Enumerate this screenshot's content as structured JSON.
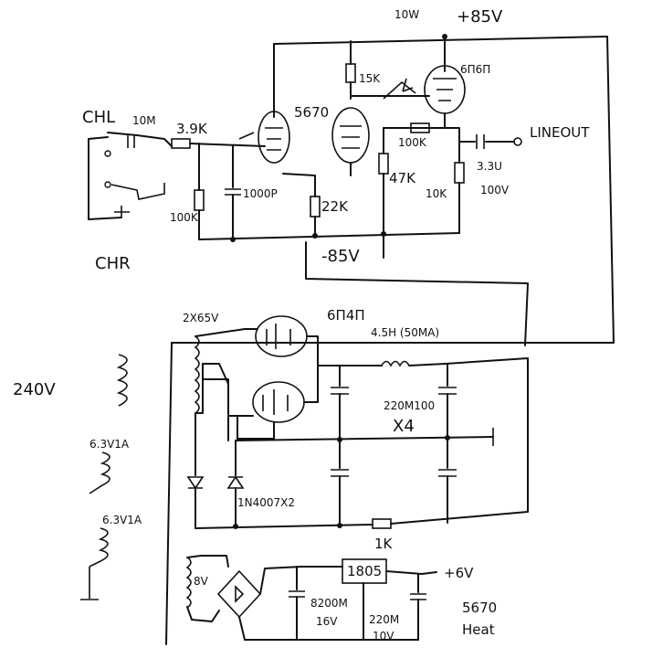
{
  "labels": {
    "top_note": "10W",
    "plus85": "+85V",
    "tube_6m6p": "6П6П",
    "r_15k": "15K",
    "tube_5670": "5670",
    "chl": "CHL",
    "cap_10m": "10M",
    "r_39k": "3.9K",
    "lineout": "LINEOUT",
    "r_100k_a": "100K",
    "cap_33u": "3.3U",
    "cap_33u_v": "100V",
    "r_100k_b": "100K",
    "cap_1000p": "1000P",
    "r_22k": "22K",
    "r_47k": "47K",
    "r_10k": "10K",
    "chr": "CHR",
    "minus85": "-85V",
    "tr_2x65": "2X65V",
    "tube_6m4": "6П4П",
    "choke": "4.5H (50MA)",
    "ac240": "240V",
    "caps": "220M100",
    "caps_x4": "X4",
    "heater1": "6.3V1A",
    "diodes": "1N4007X2",
    "heater2": "6.3V1A",
    "r_1k": "1K",
    "tr_8v": "8V",
    "reg_1805": "1805",
    "plus6v": "+6V",
    "cap_8200": "8200M",
    "cap_8200_v": "16V",
    "cap_220": "220M",
    "cap_220_v": "10V",
    "heat_a": "5670",
    "heat_b": "Heat"
  }
}
